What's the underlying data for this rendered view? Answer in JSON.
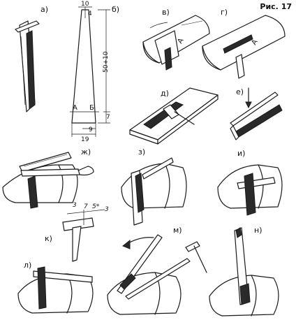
{
  "figure_title": "Рис. 17",
  "panels": {
    "a": "а)",
    "b": "б)",
    "v": "в)",
    "g": "г)",
    "d": "д)",
    "e": "е)",
    "zh": "ж)",
    "z": "з)",
    "i": "и)",
    "k": "к)",
    "l": "л)",
    "m": "м)",
    "n": "н)"
  },
  "dimensions_b": {
    "top_width": "10",
    "top_inner": "4",
    "height": "50+10",
    "bottom_height": "7",
    "bottom_inner": "9",
    "bottom_width": "19",
    "point_a": "А",
    "point_b": "Б"
  },
  "dimensions_k": {
    "d1": "3",
    "d2": "7",
    "d3": "5*",
    "d4": "3"
  },
  "letter_v": "А",
  "letter_g": "А"
}
